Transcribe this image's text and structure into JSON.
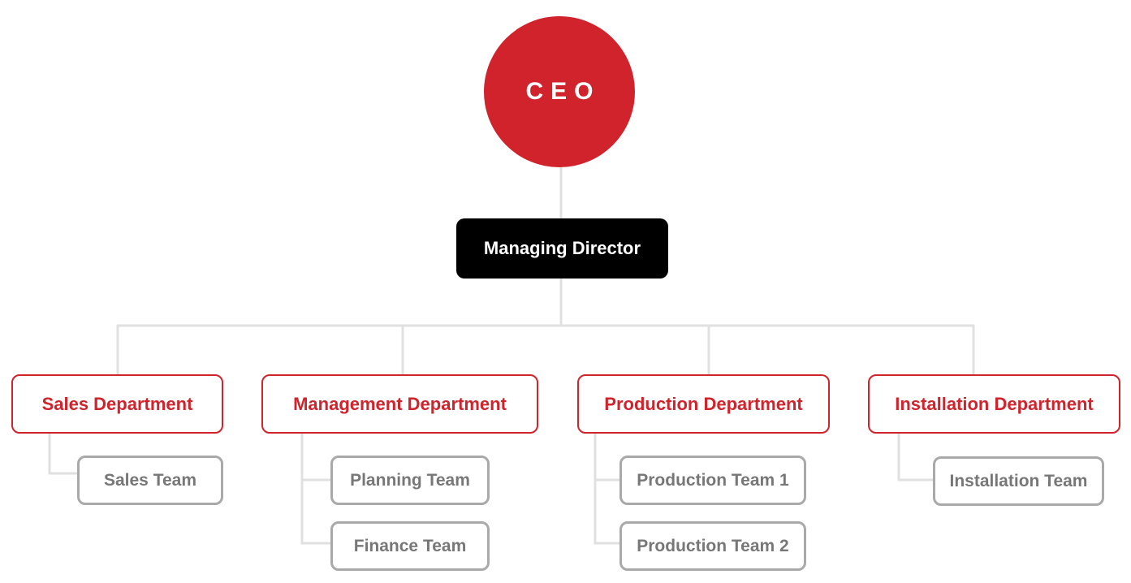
{
  "org_chart": {
    "ceo": {
      "label": "CEO"
    },
    "managing_director": {
      "label": "Managing Director"
    },
    "departments": [
      {
        "label": "Sales Department",
        "teams": [
          "Sales Team"
        ]
      },
      {
        "label": "Management Department",
        "teams": [
          "Planning Team",
          "Finance Team"
        ]
      },
      {
        "label": "Production Department",
        "teams": [
          "Production Team 1",
          "Production Team 2"
        ]
      },
      {
        "label": "Installation Department",
        "teams": [
          "Installation Team"
        ]
      }
    ]
  },
  "colors": {
    "accent_red": "#d0232b",
    "director_black": "#000000",
    "team_border_gray": "#a9a9a9",
    "connector_gray": "#e0e0e0"
  }
}
